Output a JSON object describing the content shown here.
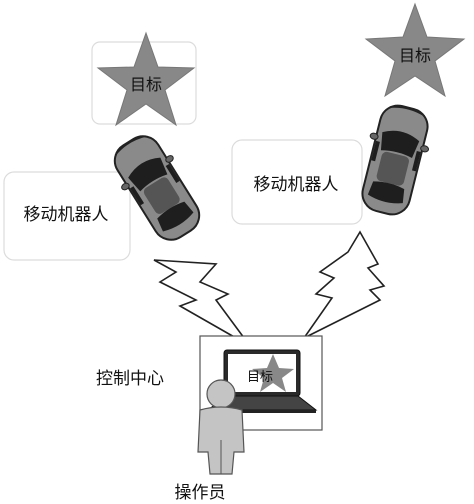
{
  "targets": [
    {
      "label": "目标"
    },
    {
      "label": "目标"
    }
  ],
  "robots": [
    {
      "label": "移动机器人"
    },
    {
      "label": "移动机器人"
    }
  ],
  "control_center": {
    "label": "控制中心",
    "screen_label": "目标"
  },
  "operator": {
    "label": "操作员"
  },
  "colors": {
    "star": "#888888",
    "car_body": "#8a8a8a",
    "car_dark": "#1e1e1e",
    "bolt": "#ffffff",
    "stroke": "#222222",
    "box_border": "#dcdcdc",
    "person": "#c4c4c4"
  }
}
